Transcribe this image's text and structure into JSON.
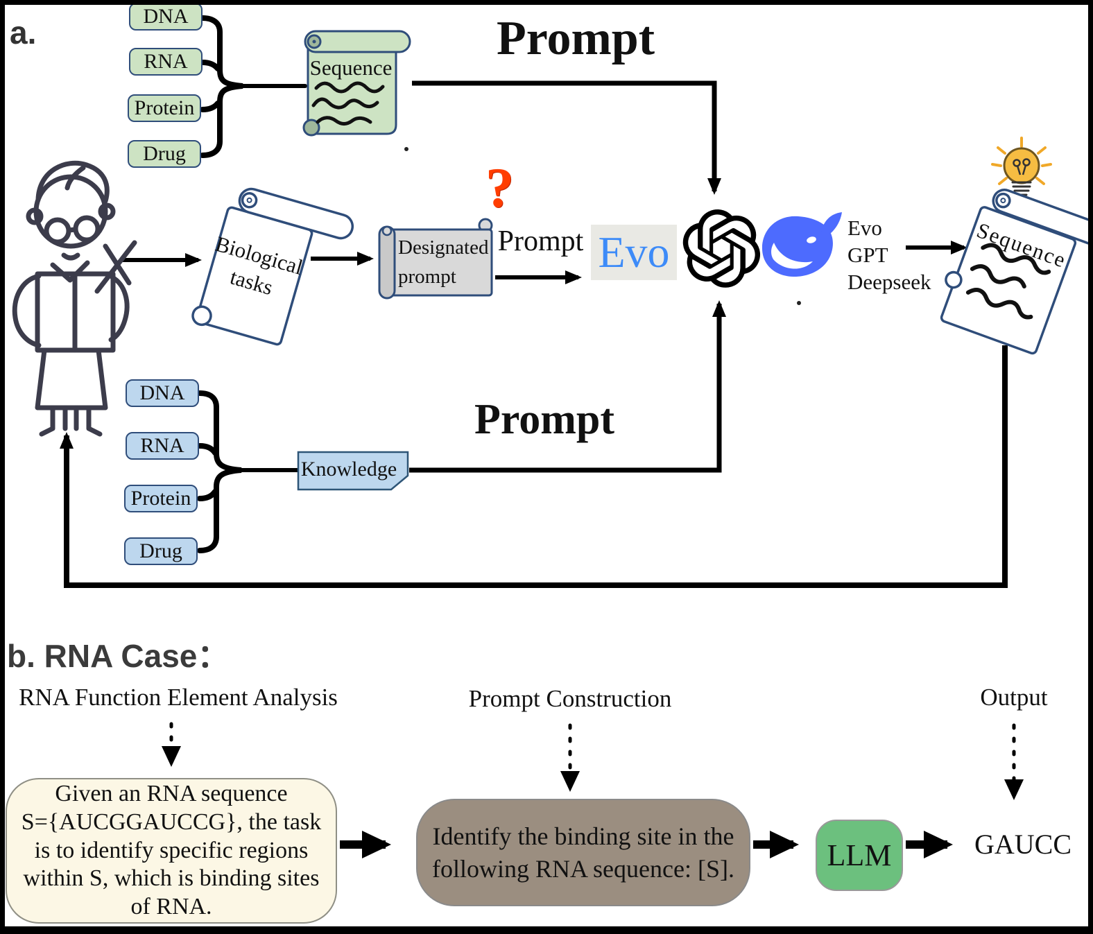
{
  "panel_a": {
    "label": "a.",
    "top_inputs": [
      "DNA",
      "RNA",
      "Protein",
      "Drug"
    ],
    "bottom_inputs": [
      "DNA",
      "RNA",
      "Protein",
      "Drug"
    ],
    "sequence_scroll_label": "Sequence",
    "prompt_top": "Prompt",
    "prompt_mid": "Prompt",
    "prompt_bottom": "Prompt",
    "question_mark": "?",
    "biological_tasks_label": "Biological\ntasks",
    "designated_prompt_label": "Designated\nprompt",
    "evo_badge_label": "Evo",
    "model_names": "Evo\nGPT\nDeepseek",
    "knowledge_label": "Knowledge",
    "output_scroll_label": "Sequence"
  },
  "panel_b": {
    "title": "b. RNA Case：",
    "columns": [
      {
        "title": "RNA Function Element Analysis"
      },
      {
        "title": "Prompt Construction"
      },
      {
        "title": "Output"
      }
    ],
    "task_box_text": "Given an RNA sequence\nS={AUCGGAUCCG}, the task\nis to identify  specific regions\nwithin S, which is binding sites\nof RNA.",
    "prompt_box_text": "Identify the binding site in the\nfollowing RNA sequence: [S].",
    "llm_label": "LLM",
    "output_value": "GAUCC"
  },
  "icons": {
    "scientist": "scientist-line-art",
    "openai": "openai-logo",
    "deepseek": "deepseek-whale-logo",
    "lightbulb": "idea-lightbulb",
    "scrolls": [
      "sequence-scroll-green",
      "biological-tasks-scroll",
      "designated-prompt-scroll",
      "output-sequence-scroll"
    ]
  },
  "colors": {
    "green_box": "#cde3c3",
    "blue_box": "#bdd7ee",
    "box_border": "#2f4d7a",
    "evo_text": "#3d8bf8",
    "evo_bg": "#e9e9e4",
    "deepseek_blue": "#4d6bfe",
    "bulb_yellow": "#f6bd42",
    "question_red": "#ff3d00",
    "cream_box": "#fcf7e5",
    "brown_box": "#9b8e80",
    "llm_green": "#6cc07e",
    "heading_gray": "#3b3b3b"
  }
}
